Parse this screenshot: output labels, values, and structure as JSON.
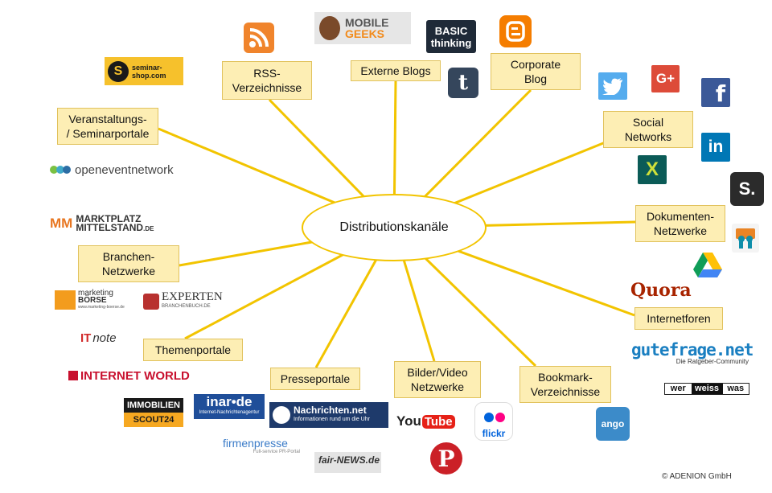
{
  "center": "Distributionskanäle",
  "nodes": {
    "rss": "RSS-\nVerzeichnisse",
    "externe_blogs": "Externe Blogs",
    "corporate_blog": "Corporate\nBlog",
    "social": "Social\nNetworks",
    "dokumente": "Dokumenten-\nNetzwerke",
    "internetforen": "Internetforen",
    "bookmark": "Bookmark-\nVerzeichnisse",
    "bilder_video": "Bilder/Video\nNetzwerke",
    "presseportale": "Presseportale",
    "themenportale": "Themenportale",
    "branchen": "Branchen-\nNetzwerke",
    "veranstaltung": "Veranstaltungs-\n/ Seminarportale"
  },
  "logos": {
    "seminar_shop": "seminar-\nshop.com",
    "mobile_geeks_1": "MOBILE",
    "mobile_geeks_2": "GEEKS",
    "basic_thinking": "BASIC\nthinking",
    "tumblr": "t",
    "google_plus": "G+",
    "facebook": "f",
    "linkedin": "in",
    "xing": "X",
    "slideshare_s": "S.",
    "open_event_network": "openeventnetwork",
    "marktplatz_1": "MARKTPLATZ",
    "marktplatz_2": "MITTELSTAND",
    "marktplatz_de": ".DE",
    "marktplatz_mm": "MM",
    "marketing_boerse_1": "marketing",
    "marketing_boerse_2": "BÖRSE",
    "marketing_boerse_3": "www.marketing-boerse.de",
    "experten": "EXPERTEN",
    "experten_sub": "BRANCHENBUCH.DE",
    "itnote": "note",
    "internet_world": "INTERNET WORLD",
    "immobilien_1": "IMMOBILIEN",
    "immobilien_2": "SCOUT24",
    "inar": "inar•de",
    "inar_sub": "Internet-Nachrichtenagentur",
    "nachrichten": "Nachrichten.net",
    "nachrichten_sub": "Informationen rund um die Uhr",
    "firmenpresse": "firmenpresse",
    "firmenpresse_sub": "Full-service PR-Portal",
    "fair_news": "fair-NEWS.de",
    "youtube_1": "You",
    "youtube_2": "Tube",
    "flickr": "flickr",
    "pinterest": "P",
    "mister_wong": "ango",
    "quora": "Quora",
    "gutefrage": "gutefrage.net",
    "gutefrage_sub": "Die Ratgeber-Community",
    "wer_weiss_was": [
      "wer",
      "weiss",
      "was"
    ]
  },
  "copyright": "© ADENION  GmbH",
  "colors": {
    "node_fill": "#fdeeb4",
    "node_border": "#e1c25d",
    "line": "#f2c400"
  }
}
